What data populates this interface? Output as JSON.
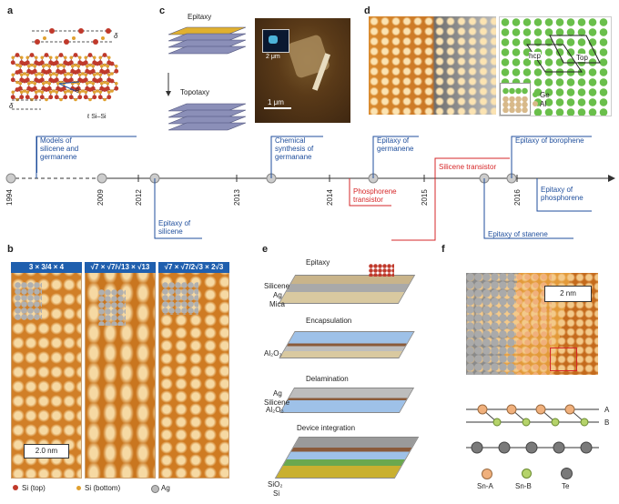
{
  "panels": {
    "a": "a",
    "b": "b",
    "c": "c",
    "d": "d",
    "e": "e",
    "f": "f"
  },
  "panel_a": {
    "delta_top": "δ",
    "delta_bottom": "δ",
    "theta": "θ",
    "lattice_label": "ℓ Si–Si"
  },
  "panel_c": {
    "epitaxy": "Epitaxy",
    "topotaxy": "Topotaxy",
    "scale_inset": "2 μm",
    "scale": "1 μm"
  },
  "panel_d": {
    "top": "Top",
    "hcp": "hcp",
    "ge": "Ge",
    "al": "Al"
  },
  "timeline": {
    "years": [
      "1994",
      "2009",
      "2012",
      "2013",
      "2014",
      "2015",
      "2016"
    ],
    "events_above": [
      {
        "text": "Models of\nsilicene and\ngermanene",
        "color": "blue"
      },
      {
        "text": "Chemical\nsynthesis of\ngermanane",
        "color": "blue"
      },
      {
        "text": "Epitaxy of\ngermanene",
        "color": "blue"
      },
      {
        "text": "Silicene transistor",
        "color": "red"
      },
      {
        "text": "Epitaxy of borophene",
        "color": "blue"
      }
    ],
    "events_below": [
      {
        "text": "Epitaxy of\nsilicene",
        "color": "blue"
      },
      {
        "text": "Phosphorene\ntransistor",
        "color": "red"
      },
      {
        "text": "Epitaxy of stanene",
        "color": "blue"
      },
      {
        "text": "Epitaxy of\nphosphorene",
        "color": "blue"
      }
    ]
  },
  "panel_b": {
    "headers": [
      "3 × 3/4 × 4",
      "√7 × √7/√13 × √13",
      "√7 × √7/2√3 × 2√3"
    ],
    "scale": "2.0 nm",
    "legend": [
      "Si (top)",
      "Si (bottom)",
      "Ag"
    ]
  },
  "panel_e": {
    "step1_title": "Epitaxy",
    "step1_layers": [
      "Silicene",
      "Ag",
      "Mica"
    ],
    "step2_title": "Encapsulation",
    "step2_layers": [
      "Al₂O₃"
    ],
    "step3_title": "Delamination",
    "step3_layers": [
      "Ag",
      "Silicene",
      "Al₂O₃"
    ],
    "step4_title": "Device integration",
    "step4_layers": [
      "SiO₂",
      "Si"
    ]
  },
  "panel_f": {
    "scale": "2 nm",
    "row_a": "A",
    "row_b": "B",
    "legend": [
      "Sn-A",
      "Sn-B",
      "Te"
    ]
  },
  "colors": {
    "blue": "#1f4e9c",
    "red": "#d62728",
    "stm_orange": "#d9892e",
    "stm_bright": "#f6d9a3",
    "si_red": "#c0392b",
    "ge_green": "#6abf4b",
    "al_tan": "#d8b98a",
    "sn_a": "#f0b07c",
    "sn_b": "#b5d36a",
    "te": "#7a7a7a"
  }
}
